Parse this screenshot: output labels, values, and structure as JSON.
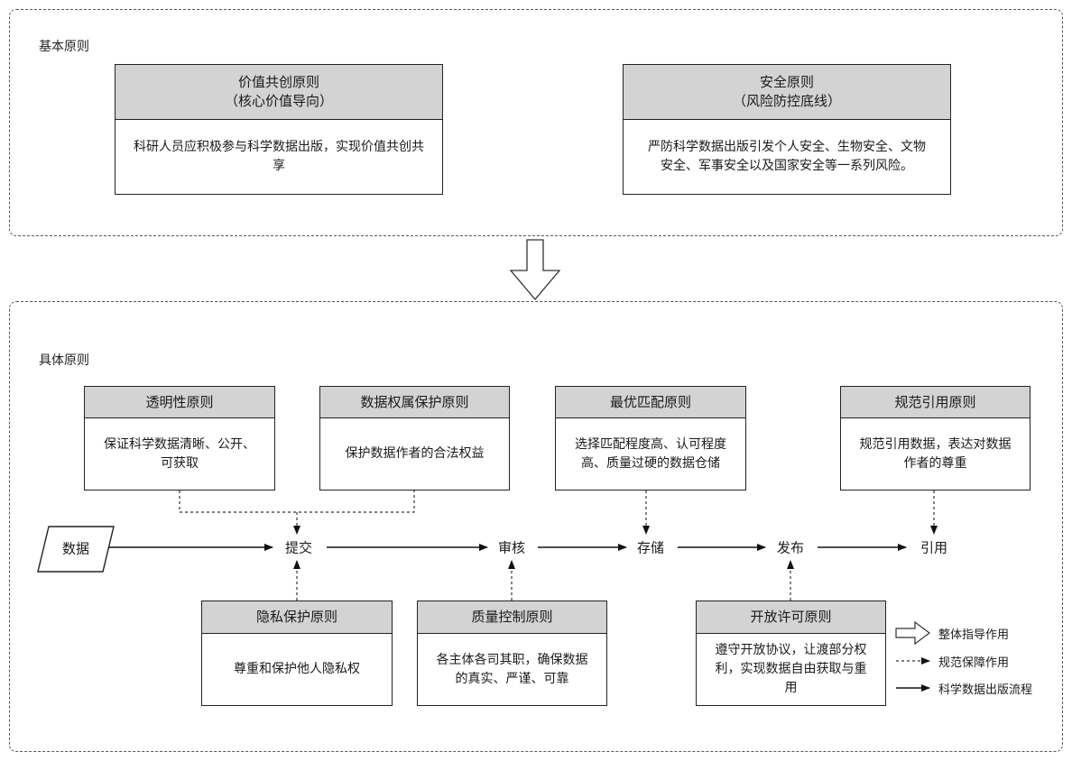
{
  "basic": {
    "title": "基本原则",
    "value": {
      "head": "价值共创原则",
      "sub": "（核心价值导向）",
      "body": "科研人员应积极参与科学数据出版，实现价值共创共享"
    },
    "safety": {
      "head": "安全原则",
      "sub": "（风险防控底线）",
      "body": "严防科学数据出版引发个人安全、生物安全、文物安全、军事安全以及国家安全等一系列风险。"
    }
  },
  "specific": {
    "title": "具体原则",
    "transparency": {
      "head": "透明性原则",
      "body": "保证科学数据清晰、公开、可获取"
    },
    "ownership": {
      "head": "数据权属保护原则",
      "body": "保护数据作者的合法权益"
    },
    "match": {
      "head": "最优匹配原则",
      "body": "选择匹配程度高、认可程度高、质量过硬的数据仓储"
    },
    "citation": {
      "head": "规范引用原则",
      "body": "规范引用数据，表达对数据作者的尊重"
    },
    "privacy": {
      "head": "隐私保护原则",
      "body": "尊重和保护他人隐私权"
    },
    "quality": {
      "head": "质量控制原则",
      "body": "各主体各司其职，确保数据的真实、严谨、可靠"
    },
    "license": {
      "head": "开放许可原则",
      "body": "遵守开放协议，让渡部分权利，实现数据自由获取与重用"
    }
  },
  "flow": {
    "data": "数据",
    "submit": "提交",
    "review": "审核",
    "store": "存储",
    "publish": "发布",
    "cite": "引用"
  },
  "legend": {
    "guide": "整体指导作用",
    "support": "规范保障作用",
    "process": "科学数据出版流程"
  }
}
